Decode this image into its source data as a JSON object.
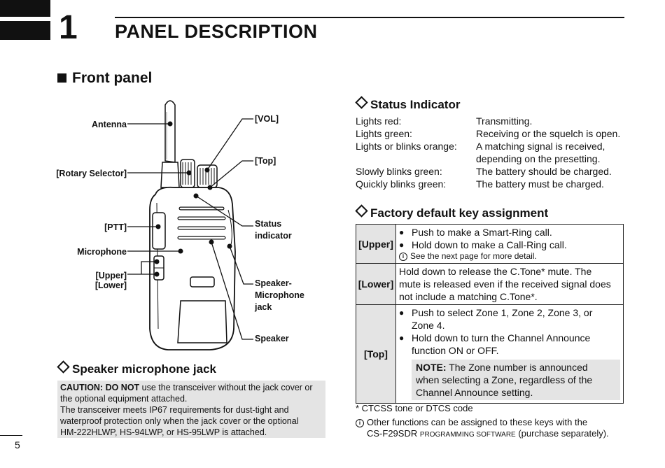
{
  "header": {
    "chapter_number": "1",
    "chapter_title": "PANEL DESCRIPTION"
  },
  "front_panel": {
    "heading": "Front panel",
    "labels": {
      "antenna": "Antenna",
      "rotary_selector": "[Rotary Selector]",
      "ptt": "[PTT]",
      "microphone": "Microphone",
      "upper": "[Upper]",
      "lower": "[Lower]",
      "vol": "[VOL]",
      "top": "[Top]",
      "status_indicator_1": "Status",
      "status_indicator_2": "indicator",
      "speaker_mic_jack_1": "Speaker-",
      "speaker_mic_jack_2": "Microphone",
      "speaker_mic_jack_3": "jack",
      "speaker": "Speaker"
    }
  },
  "speaker_mic_jack": {
    "heading": "Speaker microphone jack",
    "caution_bold": "CAUTION: DO NOT",
    "caution_line1_rest": " use the transceiver without the jack cover or",
    "caution_line2": "the optional equipment attached.",
    "caution_line3": "The transceiver meets IP67 requirements for dust-tight and",
    "caution_line4": "waterproof protection only when the jack cover or the optional",
    "caution_line5": "HM-222HLWP, HS-94LWP, or HS-95LWP is attached."
  },
  "status_indicator": {
    "heading": "Status Indicator",
    "rows": [
      {
        "state": "Lights red:",
        "meaning": "Transmitting."
      },
      {
        "state": "Lights green:",
        "meaning": "Receiving or the squelch is open."
      },
      {
        "state": "Lights or blinks orange:",
        "meaning": "A matching signal is received,"
      },
      {
        "state": "",
        "meaning": "depending on the presetting."
      },
      {
        "state": "Slowly blinks green:",
        "meaning": "The battery should be charged."
      },
      {
        "state": "Quickly blinks green:",
        "meaning": "The battery must be charged."
      }
    ]
  },
  "factory_keys": {
    "heading": "Factory default key assignment",
    "upper_key": "[Upper]",
    "upper_b1": "Push to make a Smart-Ring call.",
    "upper_b2": "Hold down to make a Call-Ring call.",
    "upper_ref": "See the next page for more detail.",
    "lower_key": "[Lower]",
    "lower_l1": "Hold down to release the C.Tone* mute. The",
    "lower_l2": "mute is released even if the received signal does",
    "lower_l3": "not include a matching C.Tone*.",
    "top_key": "[Top]",
    "top_b1_l1": "Push to select Zone 1, Zone 2, Zone 3, or",
    "top_b1_l2": "Zone 4.",
    "top_b2_l1": "Hold down to turn the Channel Announce",
    "top_b2_l2": "function ON or OFF.",
    "note_bold": "NOTE:",
    "note_l1_rest": " The Zone number is announced",
    "note_l2": "when selecting a Zone, regardless of the",
    "note_l3": "Channel Announce setting."
  },
  "footnotes": {
    "ctcss": "* CTCSS tone or DTCS code",
    "other_l1": "Other functions can be assigned to these keys with the",
    "other_l2_a": "CS-F29SDR ",
    "other_l2_sc": "PROGRAMMING SOFTWARE",
    "other_l2_b": " (purchase separately)."
  },
  "page_number": "5"
}
